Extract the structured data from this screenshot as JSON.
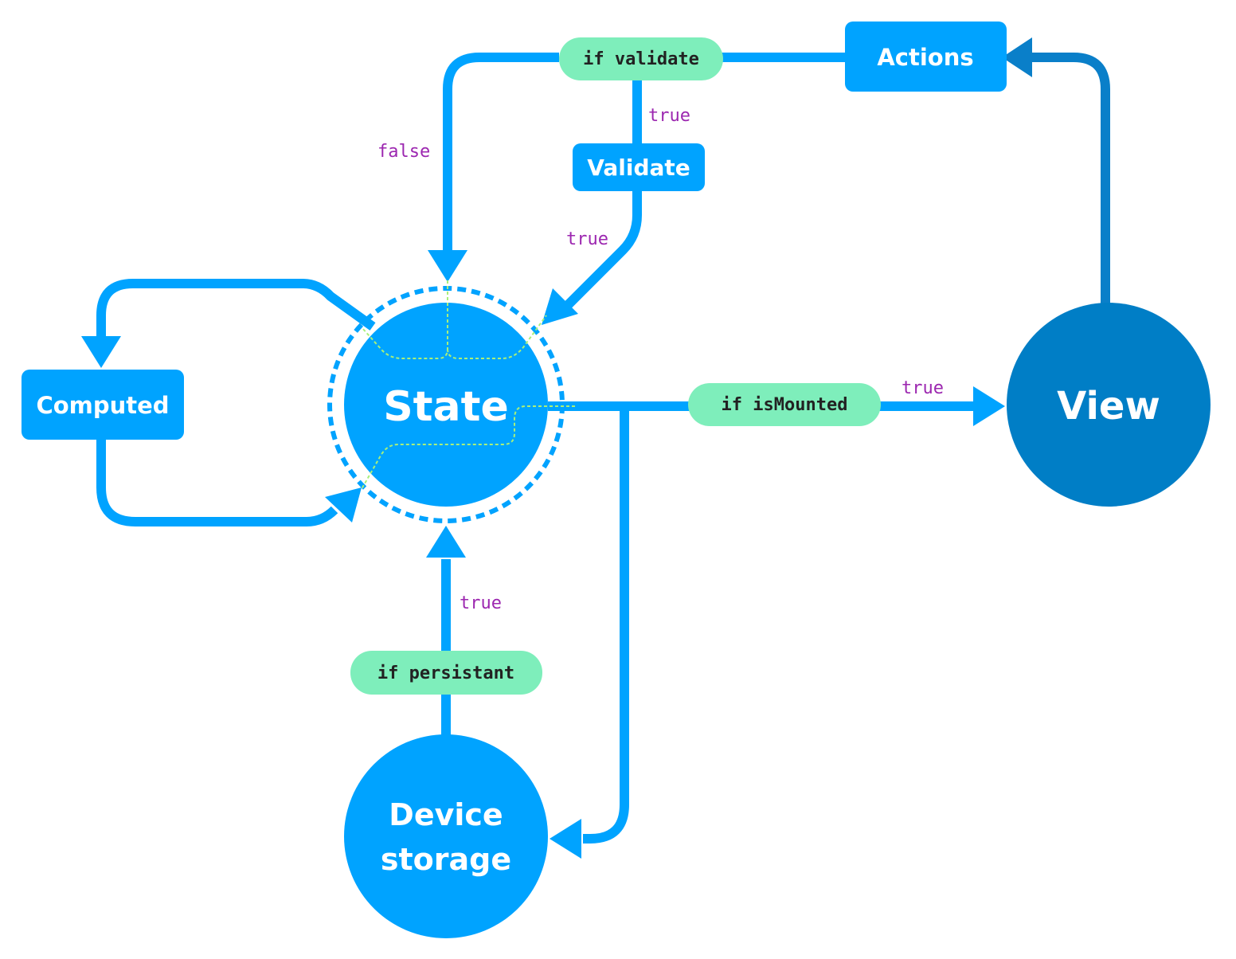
{
  "colors": {
    "node": "#00a3ff",
    "node_dark": "#007ec6",
    "line": "#00a3ff",
    "line_dark": "#0a7fc9",
    "condition_bg": "#7eeebb",
    "condition_text": "#222222",
    "edge_label": "#9c27b0",
    "flow_trace": "#a8f07a"
  },
  "nodes": {
    "state": "State",
    "view": "View",
    "computed": "Computed",
    "actions": "Actions",
    "validate": "Validate",
    "device_storage_line1": "Device",
    "device_storage_line2": "storage"
  },
  "conditions": {
    "validate": "if validate",
    "is_mounted": "if isMounted",
    "persistant": "if persistant"
  },
  "edge_labels": {
    "validate_false": "false",
    "validate_true": "true",
    "validate_result_true": "true",
    "mounted_true": "true",
    "persistant_true": "true"
  }
}
